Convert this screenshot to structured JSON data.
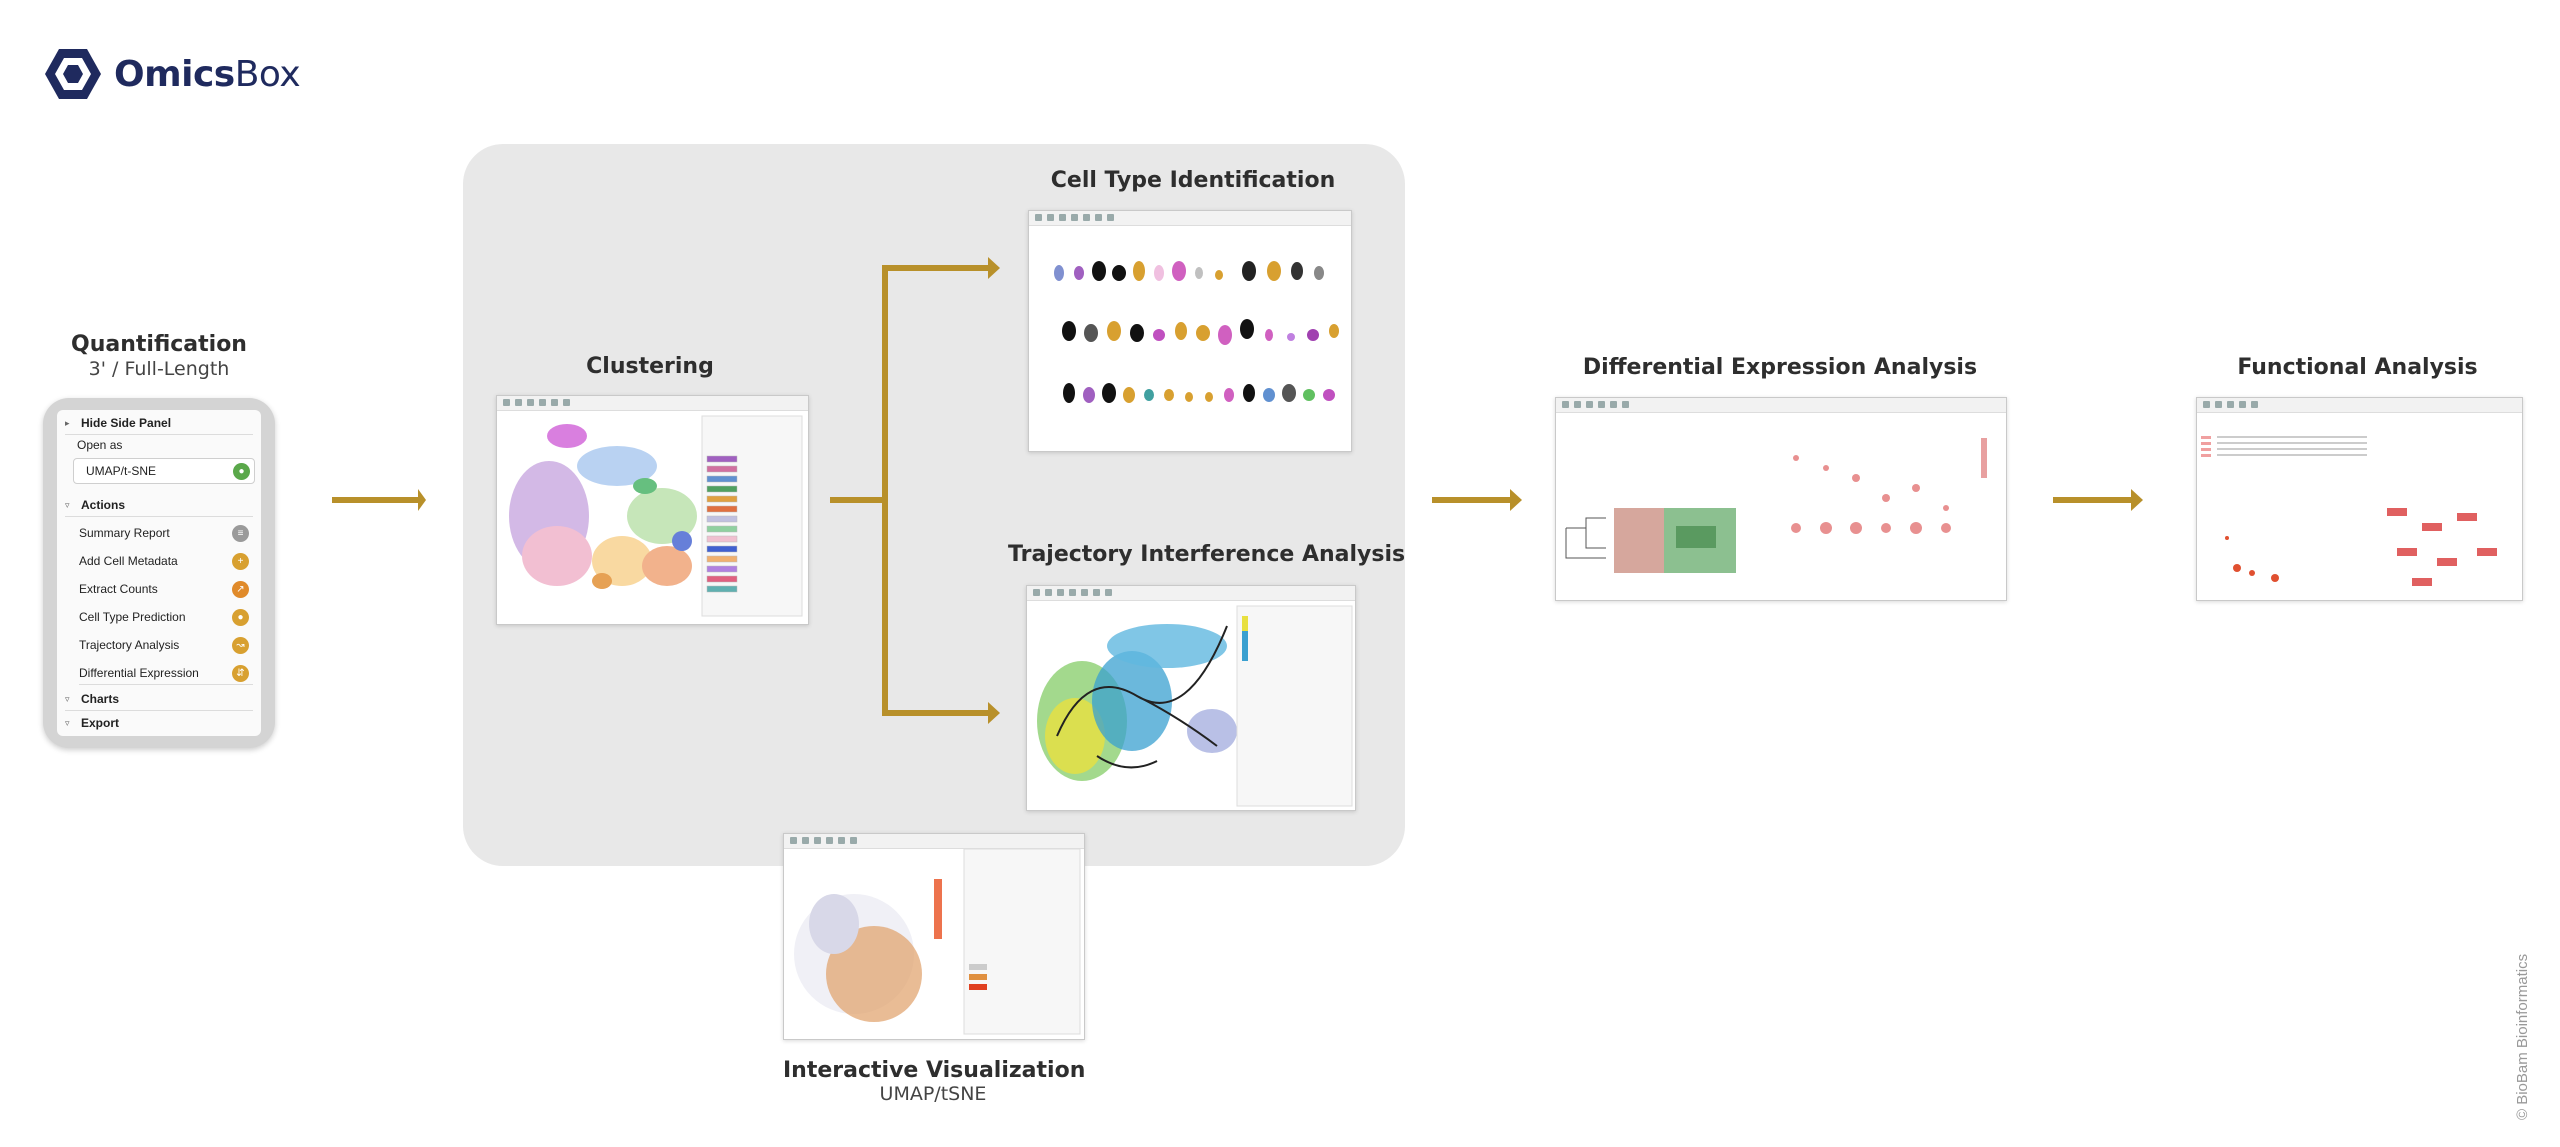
{
  "brand": {
    "name_bold": "Omics",
    "name_regular": "Box",
    "accent": "#1f2a5e"
  },
  "arrow_color": "#b8902a",
  "quantification": {
    "title": "Quantification",
    "subtitle": "3' / Full-Length"
  },
  "side_panel": {
    "hide": "Hide Side Panel",
    "open_as": "Open as",
    "umap": "UMAP/t-SNE",
    "actions": "Actions",
    "items": [
      "Summary Report",
      "Add Cell Metadata",
      "Extract Counts",
      "Cell Type Prediction",
      "Trajectory Analysis",
      "Differential Expression"
    ],
    "charts": "Charts",
    "export": "Export"
  },
  "clustering": {
    "title": "Clustering"
  },
  "cell_type": {
    "title": "Cell Type Identification"
  },
  "trajectory": {
    "title": "Trajectory Interference Analysis"
  },
  "interactive": {
    "title": "Interactive Visualization",
    "subtitle": "UMAP/tSNE"
  },
  "differential": {
    "title": "Differential Expression Analysis"
  },
  "functional": {
    "title": "Functional Analysis"
  },
  "copyright": "© BioBam Bioinformatics"
}
